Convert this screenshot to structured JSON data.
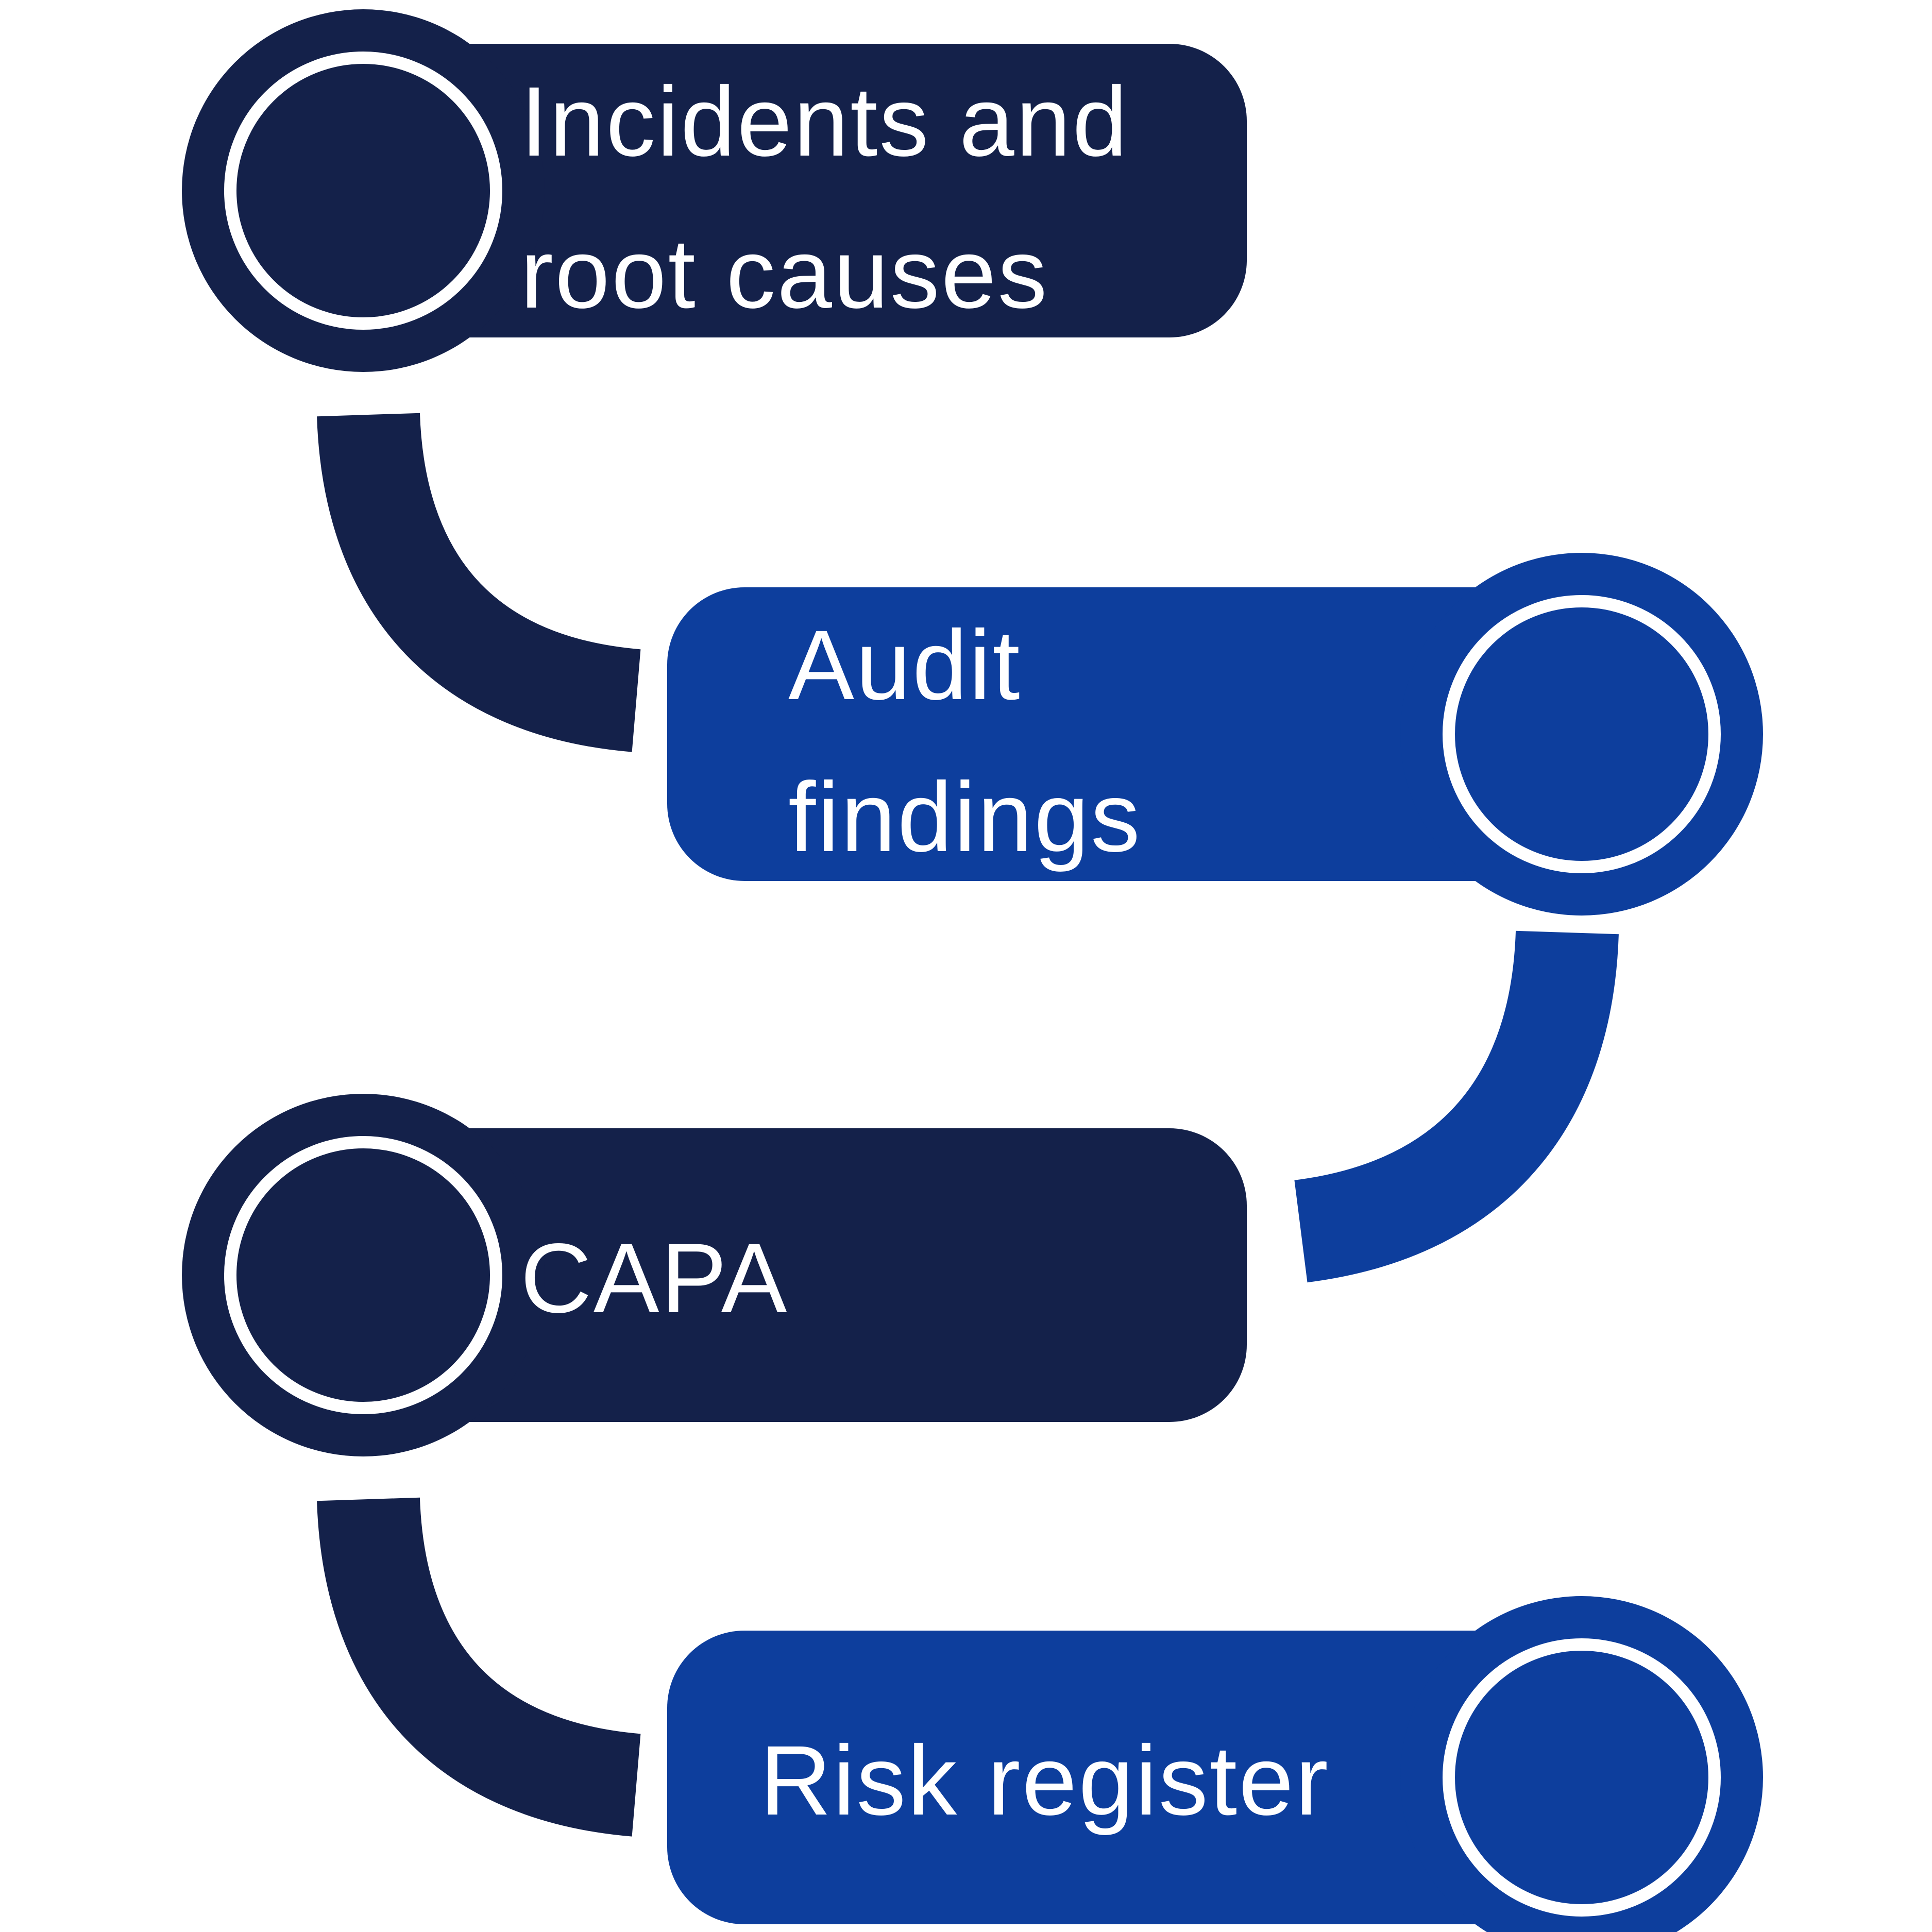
{
  "diagram": {
    "type": "process-flow",
    "background": "#ffffff",
    "colors": {
      "dark_navy": "#14214A",
      "bright_blue": "#0D3E9D",
      "text": "#ffffff",
      "ring": "#ffffff"
    },
    "nodes": [
      {
        "id": "incidents",
        "lines": [
          "Incidents and",
          "root causes"
        ],
        "color": "dark_navy",
        "circle_side": "left"
      },
      {
        "id": "audit",
        "lines": [
          "Audit",
          "findings"
        ],
        "color": "bright_blue",
        "circle_side": "right"
      },
      {
        "id": "capa",
        "lines": [
          "CAPA"
        ],
        "color": "dark_navy",
        "circle_side": "left"
      },
      {
        "id": "risk",
        "lines": [
          "Risk register"
        ],
        "color": "bright_blue",
        "circle_side": "right"
      }
    ],
    "connectors": [
      {
        "from": "incidents",
        "to": "audit",
        "color": "dark_navy"
      },
      {
        "from": "audit",
        "to": "capa",
        "color": "bright_blue"
      },
      {
        "from": "capa",
        "to": "risk",
        "color": "dark_navy"
      }
    ]
  }
}
